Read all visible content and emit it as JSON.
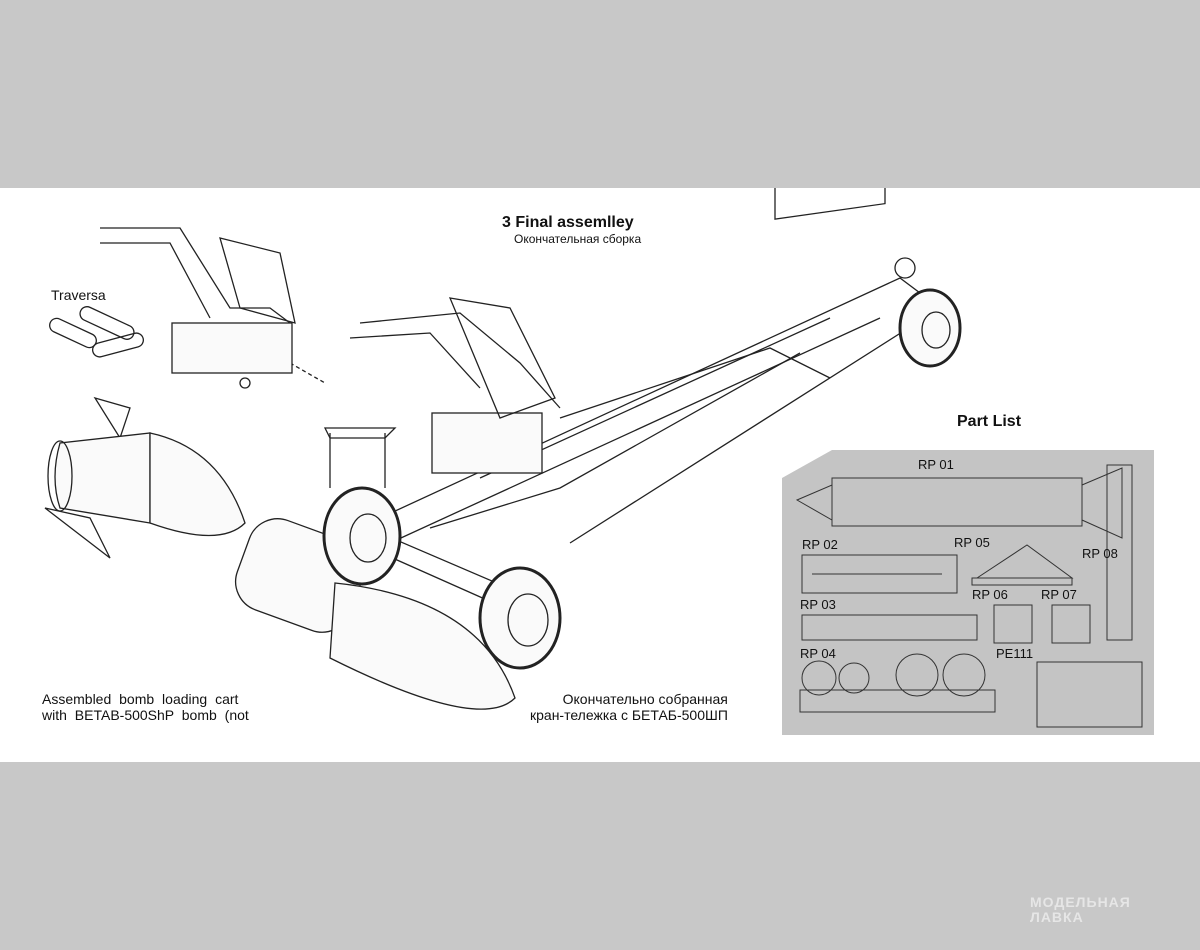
{
  "title": "3 Final assemlley",
  "subtitle": "Окончательная сборка",
  "traversa_label": "Traversa",
  "part_list_title": "Part List",
  "caption_en": [
    "Assembled bomb loading cart",
    "with BETAB-500ShP bomb (not"
  ],
  "caption_ru": [
    "Окончательно собранная",
    "кран-тележка с БЕТАБ-500ШП"
  ],
  "parts": [
    "RP 01",
    "RP 02",
    "RP 03",
    "RP 04",
    "RP 05",
    "RP 06",
    "RP 07",
    "RP 08",
    "PE111"
  ],
  "watermark": [
    "МОДЕЛЬНАЯ",
    "ЛАВКА"
  ],
  "colors": {
    "background": "#c8c8c8",
    "sheet": "#ffffff",
    "panel": "#c4c4c4",
    "line": "#222222"
  }
}
